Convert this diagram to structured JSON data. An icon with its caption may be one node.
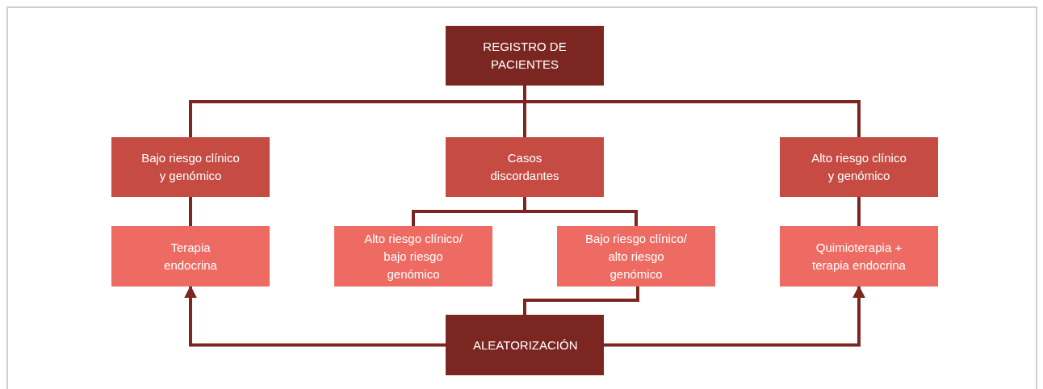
{
  "diagram": {
    "nodes": [
      {
        "text": [
          "REGISTRO DE PACIENTES"
        ]
      },
      {
        "text": [
          "Bajo riesgo clínico y genómico"
        ]
      },
      {
        "text": [
          "Casos discordantes"
        ]
      },
      {
        "text": [
          "Alto riesgo clínico y genómico"
        ]
      },
      {
        "text": [
          "Terapia endocrina"
        ]
      },
      {
        "text": [
          "Alto riesgo clínico/ bajo riesgo genómico"
        ]
      },
      {
        "text": [
          "Bajo riesgo clínico/ alto riesgo genómico"
        ]
      },
      {
        "text": [
          "Quimioterapia + terapia endocrina"
        ]
      },
      {
        "text": [
          "ALEATORIZACIÓN"
        ]
      }
    ],
    "edges": [
      {
        "from": 0,
        "to": 1,
        "arrow": "none"
      },
      {
        "from": 0,
        "to": 2,
        "arrow": "none"
      },
      {
        "from": 0,
        "to": 3,
        "arrow": "none"
      },
      {
        "from": 1,
        "to": 4,
        "arrow": "none"
      },
      {
        "from": 2,
        "to": 5,
        "arrow": "none"
      },
      {
        "from": 2,
        "to": 6,
        "arrow": "none"
      },
      {
        "from": 3,
        "to": 7,
        "arrow": "none"
      },
      {
        "from": 6,
        "to": 8,
        "arrow": "none"
      },
      {
        "from": 8,
        "to": 4,
        "arrow": "to"
      },
      {
        "from": 8,
        "to": 7,
        "arrow": "to"
      }
    ]
  }
}
